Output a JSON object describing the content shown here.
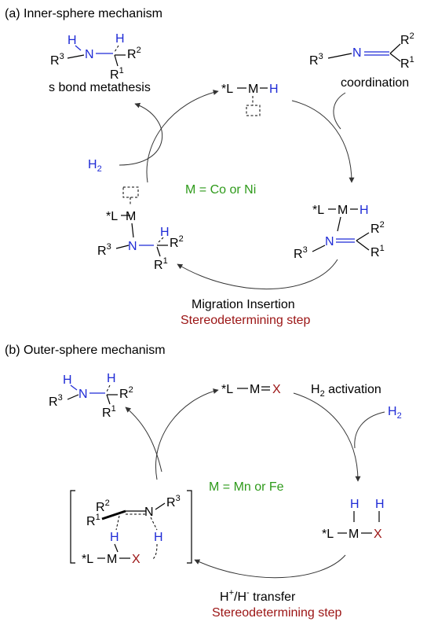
{
  "panel_a": {
    "title": "(a) Inner-sphere mechanism",
    "step_metathesis": "s bond metathesis",
    "step_coordination": "coordination",
    "metal_label": "M = Co or Ni",
    "step_insertion": "Migration Insertion",
    "stereo_label": "Stereodetermining step",
    "h2_label": "H"
  },
  "panel_b": {
    "title": "(b) Outer-sphere mechanism",
    "step_h2_activation": "activation",
    "h2_activation_prefix": "H",
    "metal_label": "M = Mn or Fe",
    "step_transfer": "transfer",
    "stereo_label": "Stereodetermining step",
    "h2_label": "H"
  },
  "colors": {
    "blue": "#1f2bd6",
    "red": "#9b1414",
    "green": "#2e9a1a"
  }
}
